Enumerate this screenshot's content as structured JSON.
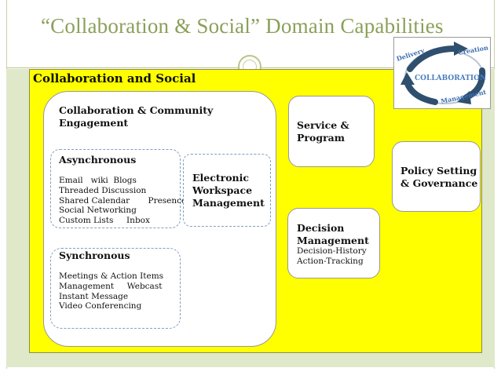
{
  "title": "“Collaboration & Social”  Domain Capabilities",
  "domain": "Collaboration and Social",
  "collab_community": {
    "heading_lines": [
      "Collaboration & Community",
      "Engagement"
    ],
    "asynchronous": {
      "heading": "Asynchronous",
      "items": [
        "Email   wiki  Blogs",
        "Threaded Discussion",
        "Shared Calendar       Presence",
        "Social Networking",
        "Custom Lists     Inbox"
      ]
    },
    "synchronous": {
      "heading": "Synchronous",
      "items": [
        "Meetings & Action Items",
        "Management     Webcast",
        "Instant Message",
        "Video Conferencing"
      ]
    }
  },
  "electronic_workspace": [
    "Electronic",
    "Workspace",
    "Management"
  ],
  "service_program": [
    "Service &",
    "Program"
  ],
  "policy_governance": [
    "Policy Setting",
    "& Governance"
  ],
  "decision_management": {
    "heading": [
      "Decision",
      "Management"
    ],
    "items": [
      "Decision-History",
      "Action-Tracking"
    ]
  },
  "logo": {
    "center": "COLLABORATION",
    "labels": [
      "Delivery",
      "Creation",
      "Management"
    ],
    "colors": {
      "arrow": "#2f4f6f",
      "text": "#3d6fb0",
      "ring": "#b8c4d4"
    }
  }
}
